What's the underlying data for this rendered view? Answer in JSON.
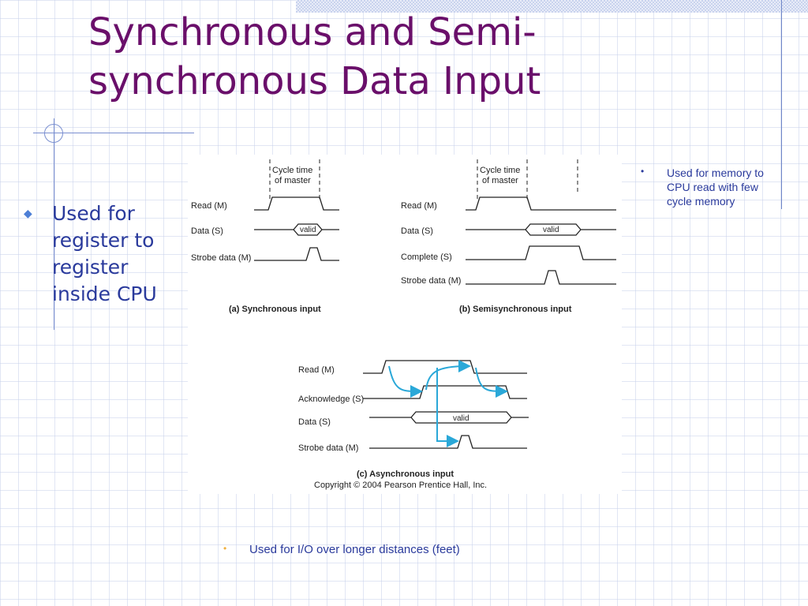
{
  "slide": {
    "title": "Synchronous and Semi-synchronous Data Input",
    "left_bullet": "Used for register to register inside CPU",
    "right_bullet": "Used for memory to CPU read with few cycle memory",
    "bottom_bullet": "Used for I/O over longer distances (feet)"
  },
  "diagram": {
    "cycle_label_1": "Cycle time",
    "cycle_label_2": "of master",
    "a": {
      "signals": [
        "Read (M)",
        "Data (S)",
        "Strobe data (M)"
      ],
      "valid": "valid",
      "caption": "(a) Synchronous input"
    },
    "b": {
      "signals": [
        "Read (M)",
        "Data (S)",
        "Complete (S)",
        "Strobe data (M)"
      ],
      "valid": "valid",
      "caption": "(b) Semisynchronous input"
    },
    "c": {
      "signals": [
        "Read (M)",
        "Acknowledge (S)",
        "Data (S)",
        "Strobe data (M)"
      ],
      "valid": "valid",
      "caption": "(c) Asynchronous input",
      "copyright": "Copyright © 2004 Pearson Prentice Hall, Inc."
    },
    "colors": {
      "arrow": "#2aa8d8",
      "line": "#222222"
    }
  }
}
